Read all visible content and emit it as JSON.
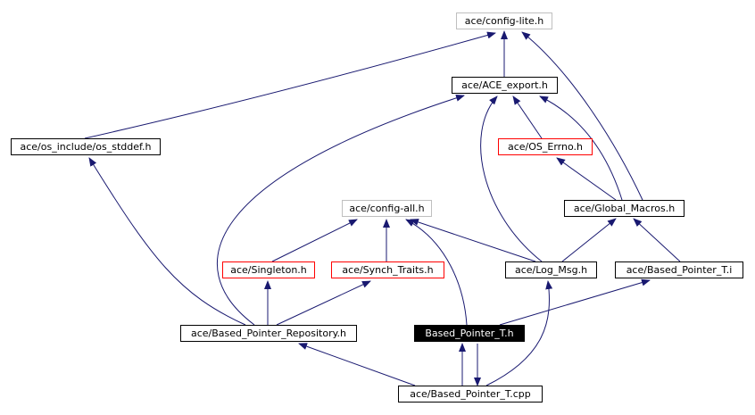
{
  "diagram": {
    "nodes": {
      "config_lite": "ace/config-lite.h",
      "ace_export": "ace/ACE_export.h",
      "os_stddef": "ace/os_include/os_stddef.h",
      "os_errno": "ace/OS_Errno.h",
      "global_macros": "ace/Global_Macros.h",
      "config_all": "ace/config-all.h",
      "singleton": "ace/Singleton.h",
      "synch_traits": "ace/Synch_Traits.h",
      "log_msg": "ace/Log_Msg.h",
      "based_pointer_t_i": "ace/Based_Pointer_T.i",
      "based_pointer_repository": "ace/Based_Pointer_Repository.h",
      "based_pointer_t_h": "Based_Pointer_T.h",
      "based_pointer_t_cpp": "ace/Based_Pointer_T.cpp"
    },
    "colors": {
      "edge": "#191970",
      "border_default": "#000000",
      "border_external": "#bfbfbf",
      "border_incomplete": "#ff0000",
      "focus_fill": "#000000",
      "focus_text": "#ffffff"
    }
  }
}
